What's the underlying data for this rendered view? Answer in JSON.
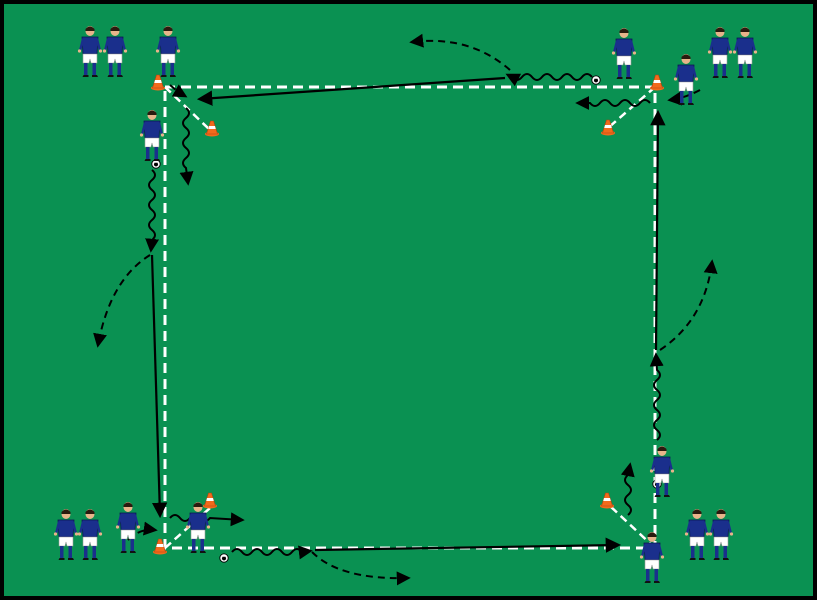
{
  "colors": {
    "pitch": "#0a9152",
    "border": "#000000",
    "jersey": "#1a2f8c",
    "shorts": "#ffffff",
    "skin": "#e8b48a",
    "hair": "#2a1a0e",
    "socks": "#1a2f8c",
    "cone": "#f26a1b",
    "cone_stripe": "#ffffff",
    "pass_arrow": "#000000",
    "run_arrow": "#000000",
    "dribble": "#000000",
    "outline": "#ffffff",
    "ball": "#ffffff"
  },
  "icons": {
    "player": "player-icon",
    "cone": "cone-icon",
    "ball": "ball-icon"
  },
  "groups": [
    {
      "id": "top-left",
      "label": ""
    },
    {
      "id": "top-right",
      "label": ""
    },
    {
      "id": "bottom-left",
      "label": ""
    },
    {
      "id": "bottom-right",
      "label": ""
    }
  ],
  "legend": []
}
